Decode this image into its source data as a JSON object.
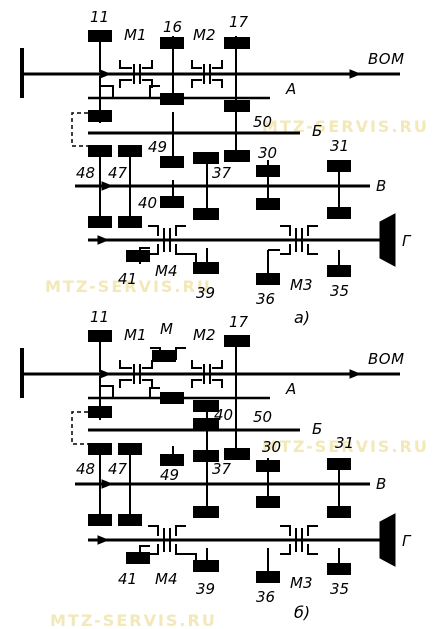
{
  "panel_a": {
    "caption": "а)",
    "shaft_labels": {
      "pto": "ВОМ",
      "a": "А",
      "b": "Б",
      "v": "В",
      "g": "Г"
    },
    "gear_numbers": [
      "11",
      "16",
      "17",
      "50",
      "49",
      "48",
      "47",
      "37",
      "30",
      "31",
      "40",
      "41",
      "39",
      "36",
      "35"
    ],
    "clutches": [
      "М1",
      "М2",
      "М4",
      "М3"
    ]
  },
  "panel_b": {
    "caption": "б)",
    "shaft_labels": {
      "pto": "ВОМ",
      "a": "А",
      "b": "Б",
      "v": "В",
      "g": "Г"
    },
    "gear_numbers": [
      "11",
      "17",
      "40",
      "50",
      "48",
      "47",
      "49",
      "37",
      "30",
      "31",
      "41",
      "39",
      "36",
      "35"
    ],
    "clutches": [
      "М1",
      "М",
      "М2",
      "М4",
      "М3"
    ]
  },
  "watermark": "MTZ-SERVIS.RU"
}
